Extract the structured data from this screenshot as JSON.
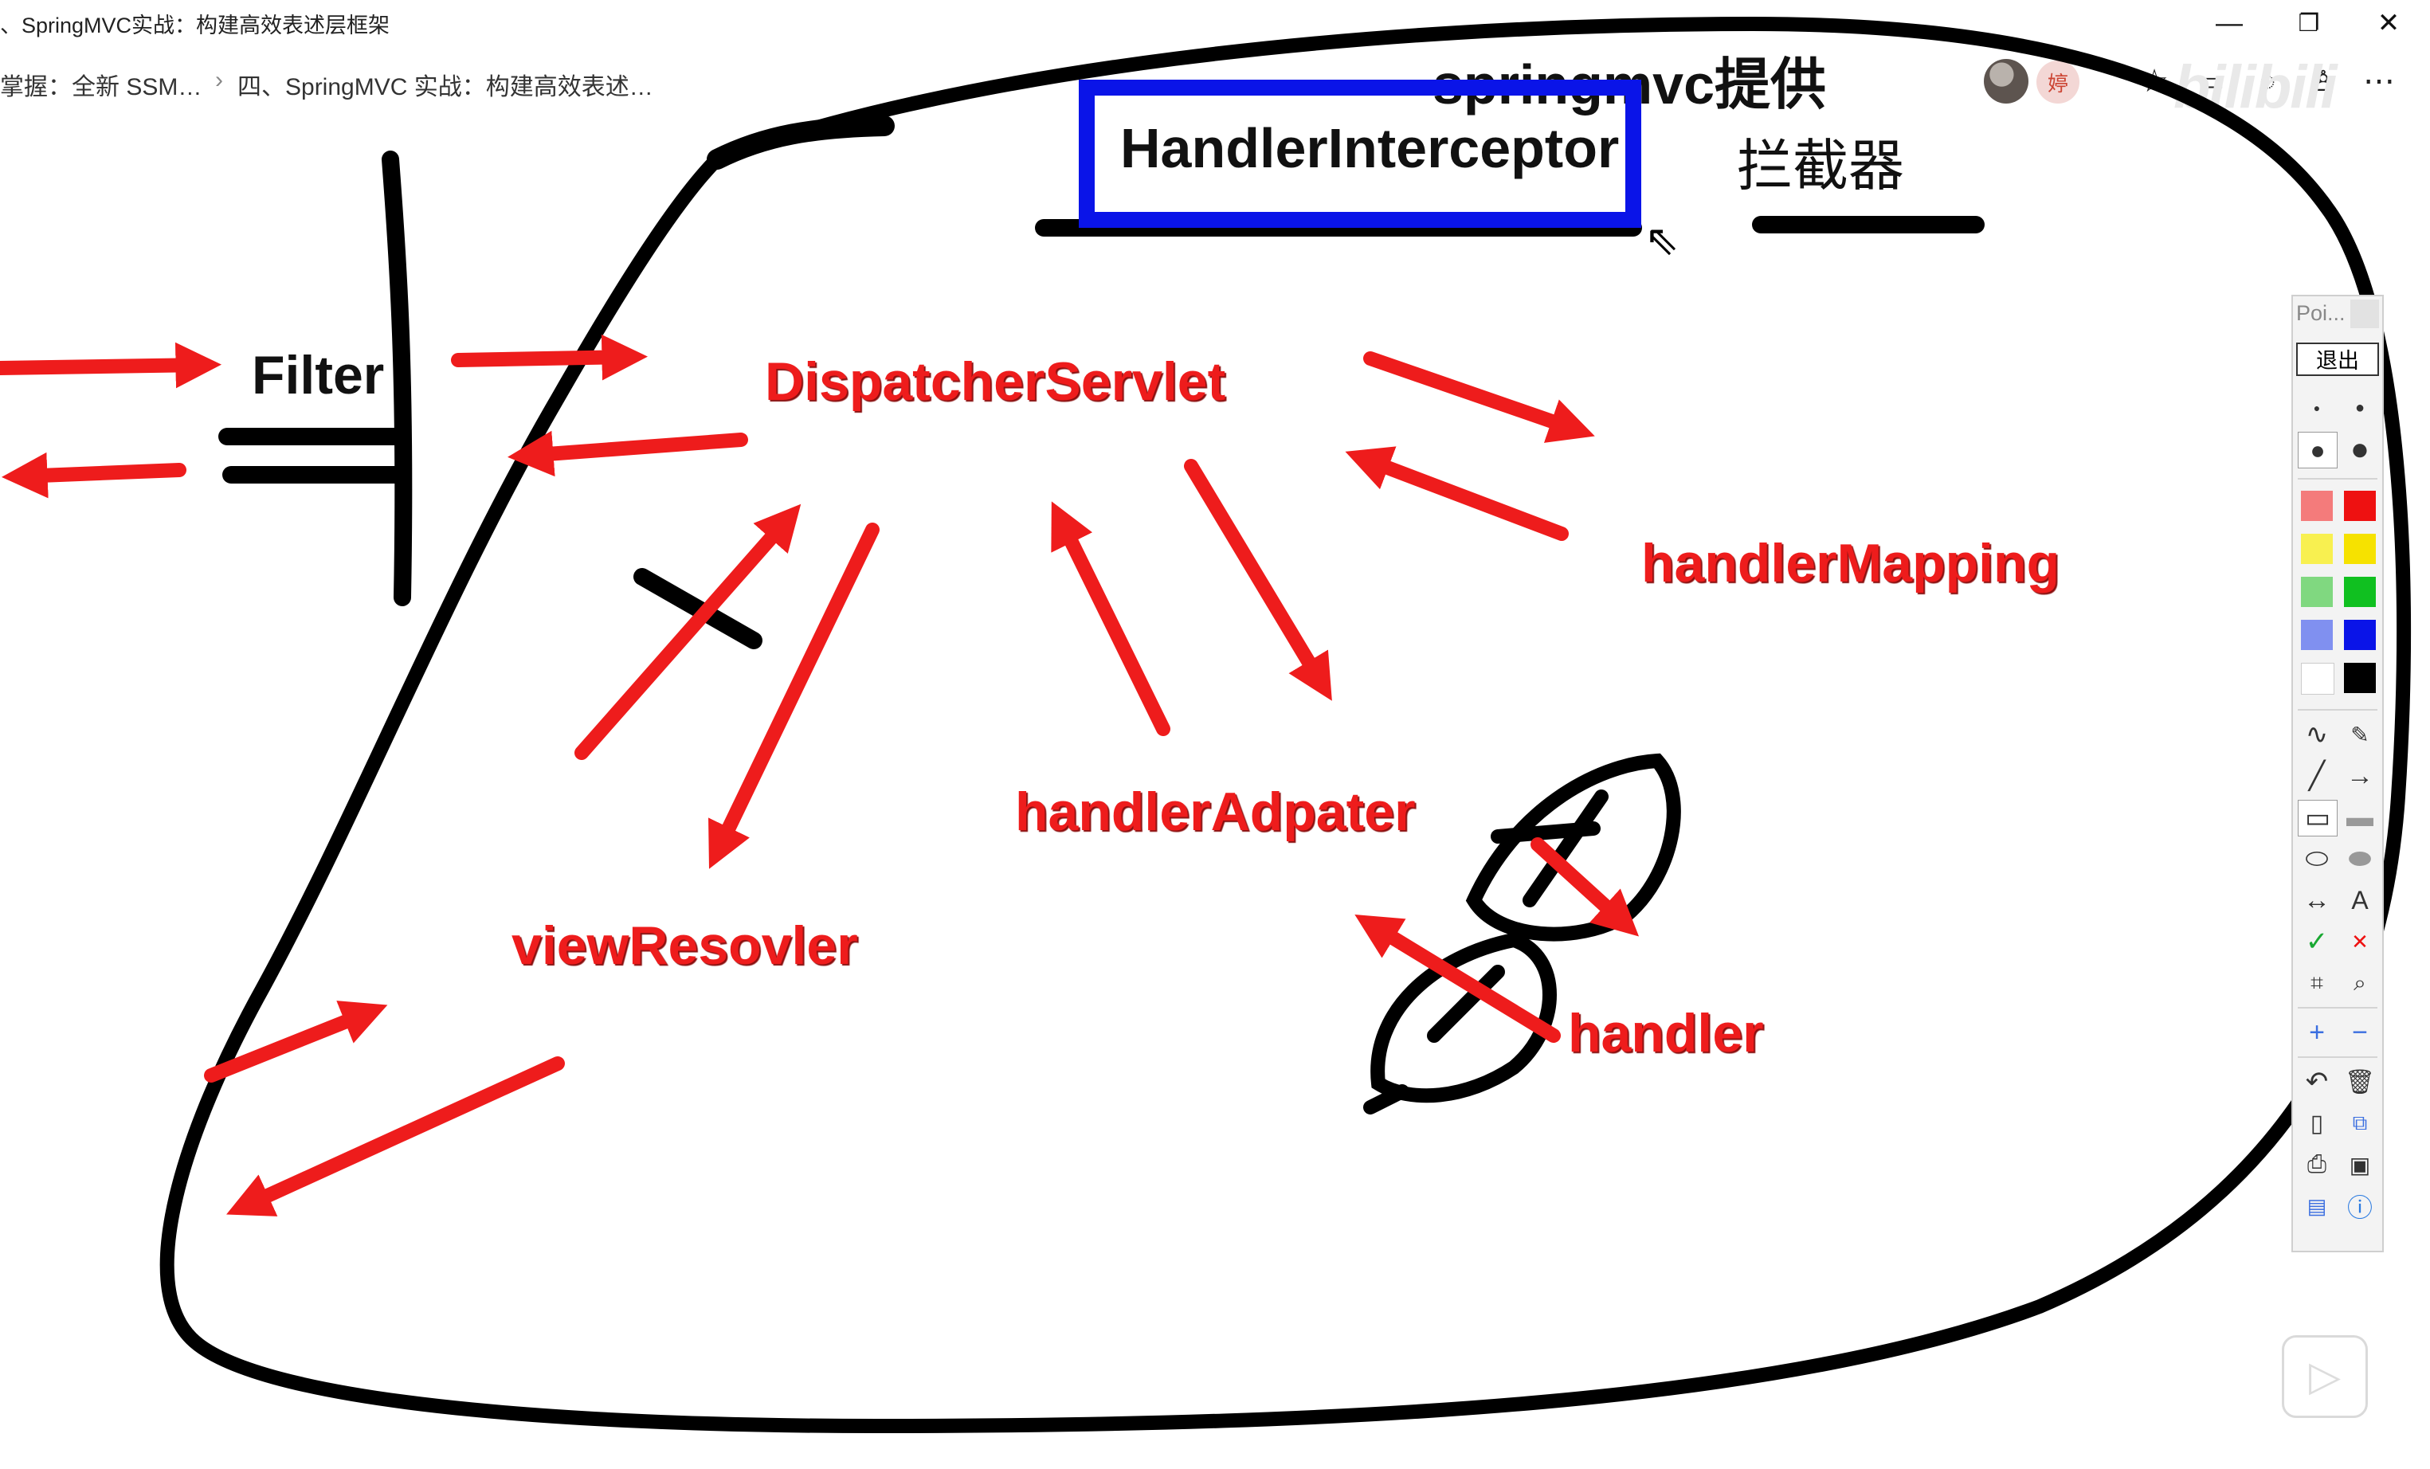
{
  "window": {
    "title": "、SpringMVC实战：构建高效表述层框架",
    "controls": [
      "—",
      "❐",
      "✕"
    ]
  },
  "tabs": [
    {
      "label": "掌握：全新 SSM…"
    },
    {
      "label": "四、SpringMVC 实战：构建高效表述…"
    }
  ],
  "toolbar_icons": [
    "star-icon",
    "bookmark-icon",
    "chat-icon",
    "profile-icon",
    "more-icon"
  ],
  "avatar_badge": "婷",
  "watermark": "bilibili",
  "drawing": {
    "filter": "Filter",
    "dispatcher": "DispatcherServlet",
    "handler_mapping": "handlerMapping",
    "handler_adapter": "handlerAdpater",
    "view_resolver": "viewResovler",
    "handler": "handler",
    "interceptor": "HandlerInterceptor",
    "heading": "springmvc提供",
    "interceptor_cn": "拦截器",
    "colors": {
      "red": "#ee1c1c",
      "blue": "#0a14e8",
      "ink": "#000000"
    }
  },
  "palette": {
    "title": "Poi...",
    "exit": "退出",
    "colors": [
      "#f47b7b",
      "#ee1111",
      "#f8f050",
      "#f6e200",
      "#80d880",
      "#10c020",
      "#8090f0",
      "#0a14e8",
      "#ffffff",
      "#000000"
    ]
  },
  "player": {
    "play_icon": "play-icon"
  }
}
